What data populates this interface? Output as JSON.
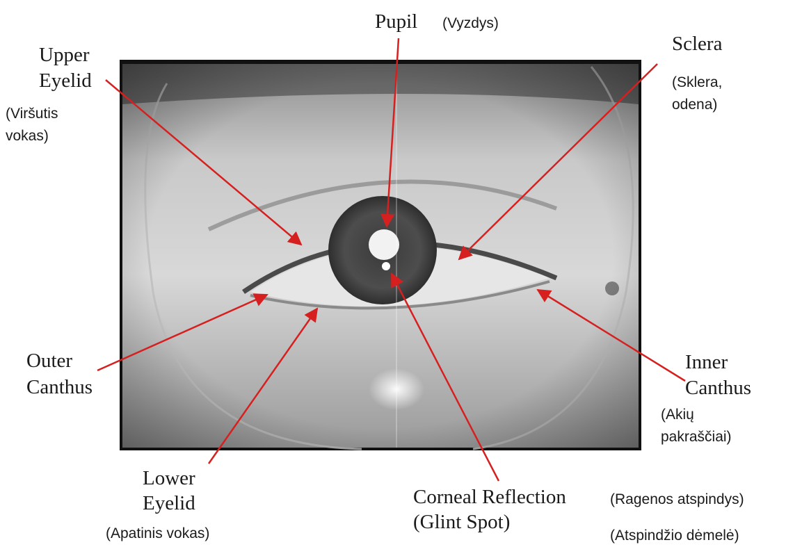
{
  "labels": {
    "pupil": {
      "en": "Pupil",
      "lt": "(Vyzdys)"
    },
    "upper_eyelid": {
      "en_lines": [
        "Upper",
        "Eyelid"
      ],
      "lt_lines": [
        "(Viršutis",
        "vokas)"
      ]
    },
    "sclera": {
      "en": "Sclera",
      "lt_lines": [
        "(Sklera,",
        "odena)"
      ]
    },
    "outer_canthus": {
      "en_lines": [
        "Outer",
        "Canthus"
      ]
    },
    "inner_canthus": {
      "en_lines": [
        "Inner",
        "Canthus"
      ],
      "lt_lines": [
        "(Akių",
        "pakraščiai)"
      ]
    },
    "lower_eyelid": {
      "en_lines": [
        "Lower",
        "Eyelid"
      ],
      "lt": "(Apatinis vokas)"
    },
    "corneal_reflection": {
      "en_lines": [
        "Corneal Reflection",
        "(Glint Spot)"
      ],
      "lt_lines": [
        "(Ragenos atspindys)",
        "(Atspindžio dėmelė)"
      ]
    }
  },
  "colors": {
    "arrow": "#d62020",
    "photo_frame": "#111111",
    "text": "#1a1a1a"
  }
}
